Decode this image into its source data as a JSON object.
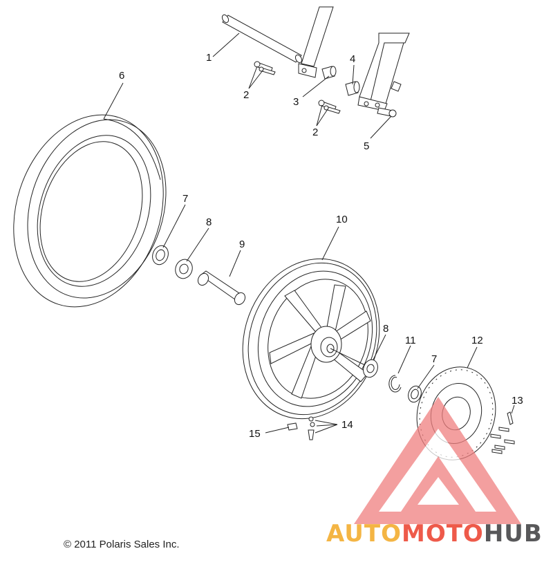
{
  "callouts": [
    {
      "label": "1"
    },
    {
      "label": "2"
    },
    {
      "label": "3"
    },
    {
      "label": "2"
    },
    {
      "label": "4"
    },
    {
      "label": "5"
    },
    {
      "label": "6"
    },
    {
      "label": "7"
    },
    {
      "label": "8"
    },
    {
      "label": "9"
    },
    {
      "label": "10"
    },
    {
      "label": "8"
    },
    {
      "label": "11"
    },
    {
      "label": "7"
    },
    {
      "label": "12"
    },
    {
      "label": "13"
    },
    {
      "label": "14"
    },
    {
      "label": "15"
    }
  ],
  "footer": {
    "copyright": "© 2011 Polaris Sales Inc."
  },
  "watermark": {
    "part1": "AUTO",
    "part2": "MOTO",
    "part3": "HUB",
    "color_auto": "#f4b544",
    "color_moto": "#ee5a4a",
    "color_hub": "#58585a",
    "triangle_color": "#f08080"
  }
}
